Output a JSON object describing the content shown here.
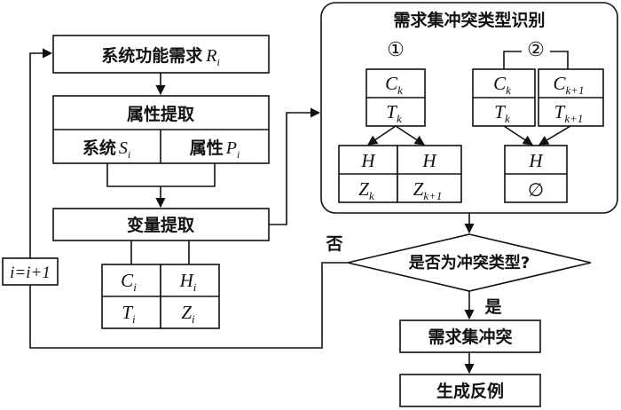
{
  "flow": {
    "req_label": "系统功能需求",
    "req_var": "R",
    "req_sub": "i",
    "attr_title": "属性提取",
    "sys_label": "系统",
    "sys_var": "S",
    "sys_sub": "i",
    "prop_label": "属性",
    "prop_var": "P",
    "prop_sub": "i",
    "var_title": "变量提取",
    "c_var": "C",
    "c_sub": "i",
    "t_var": "T",
    "t_sub": "i",
    "h_var": "H",
    "h_sub": "i",
    "z_var": "Z",
    "z_sub": "i",
    "loop_label": "i=i+1",
    "decision": "是否为冲突类型?",
    "no_label": "否",
    "yes_label": "是",
    "conflict": "需求集冲突",
    "counter": "生成反例"
  },
  "panel": {
    "title": "需求集冲突类型识别",
    "case1_num": "①",
    "case2_num": "②",
    "ck": "C",
    "ck_sub": "k",
    "tk": "T",
    "tk_sub": "k",
    "ck1": "C",
    "ck1_sub": "k+1",
    "tk1": "T",
    "tk1_sub": "k+1",
    "h": "H",
    "zk": "Z",
    "zk_sub": "k",
    "zk1": "Z",
    "zk1_sub": "k+1",
    "empty": "∅"
  },
  "colors": {
    "stroke": "#111111",
    "background": "#ffffff"
  }
}
